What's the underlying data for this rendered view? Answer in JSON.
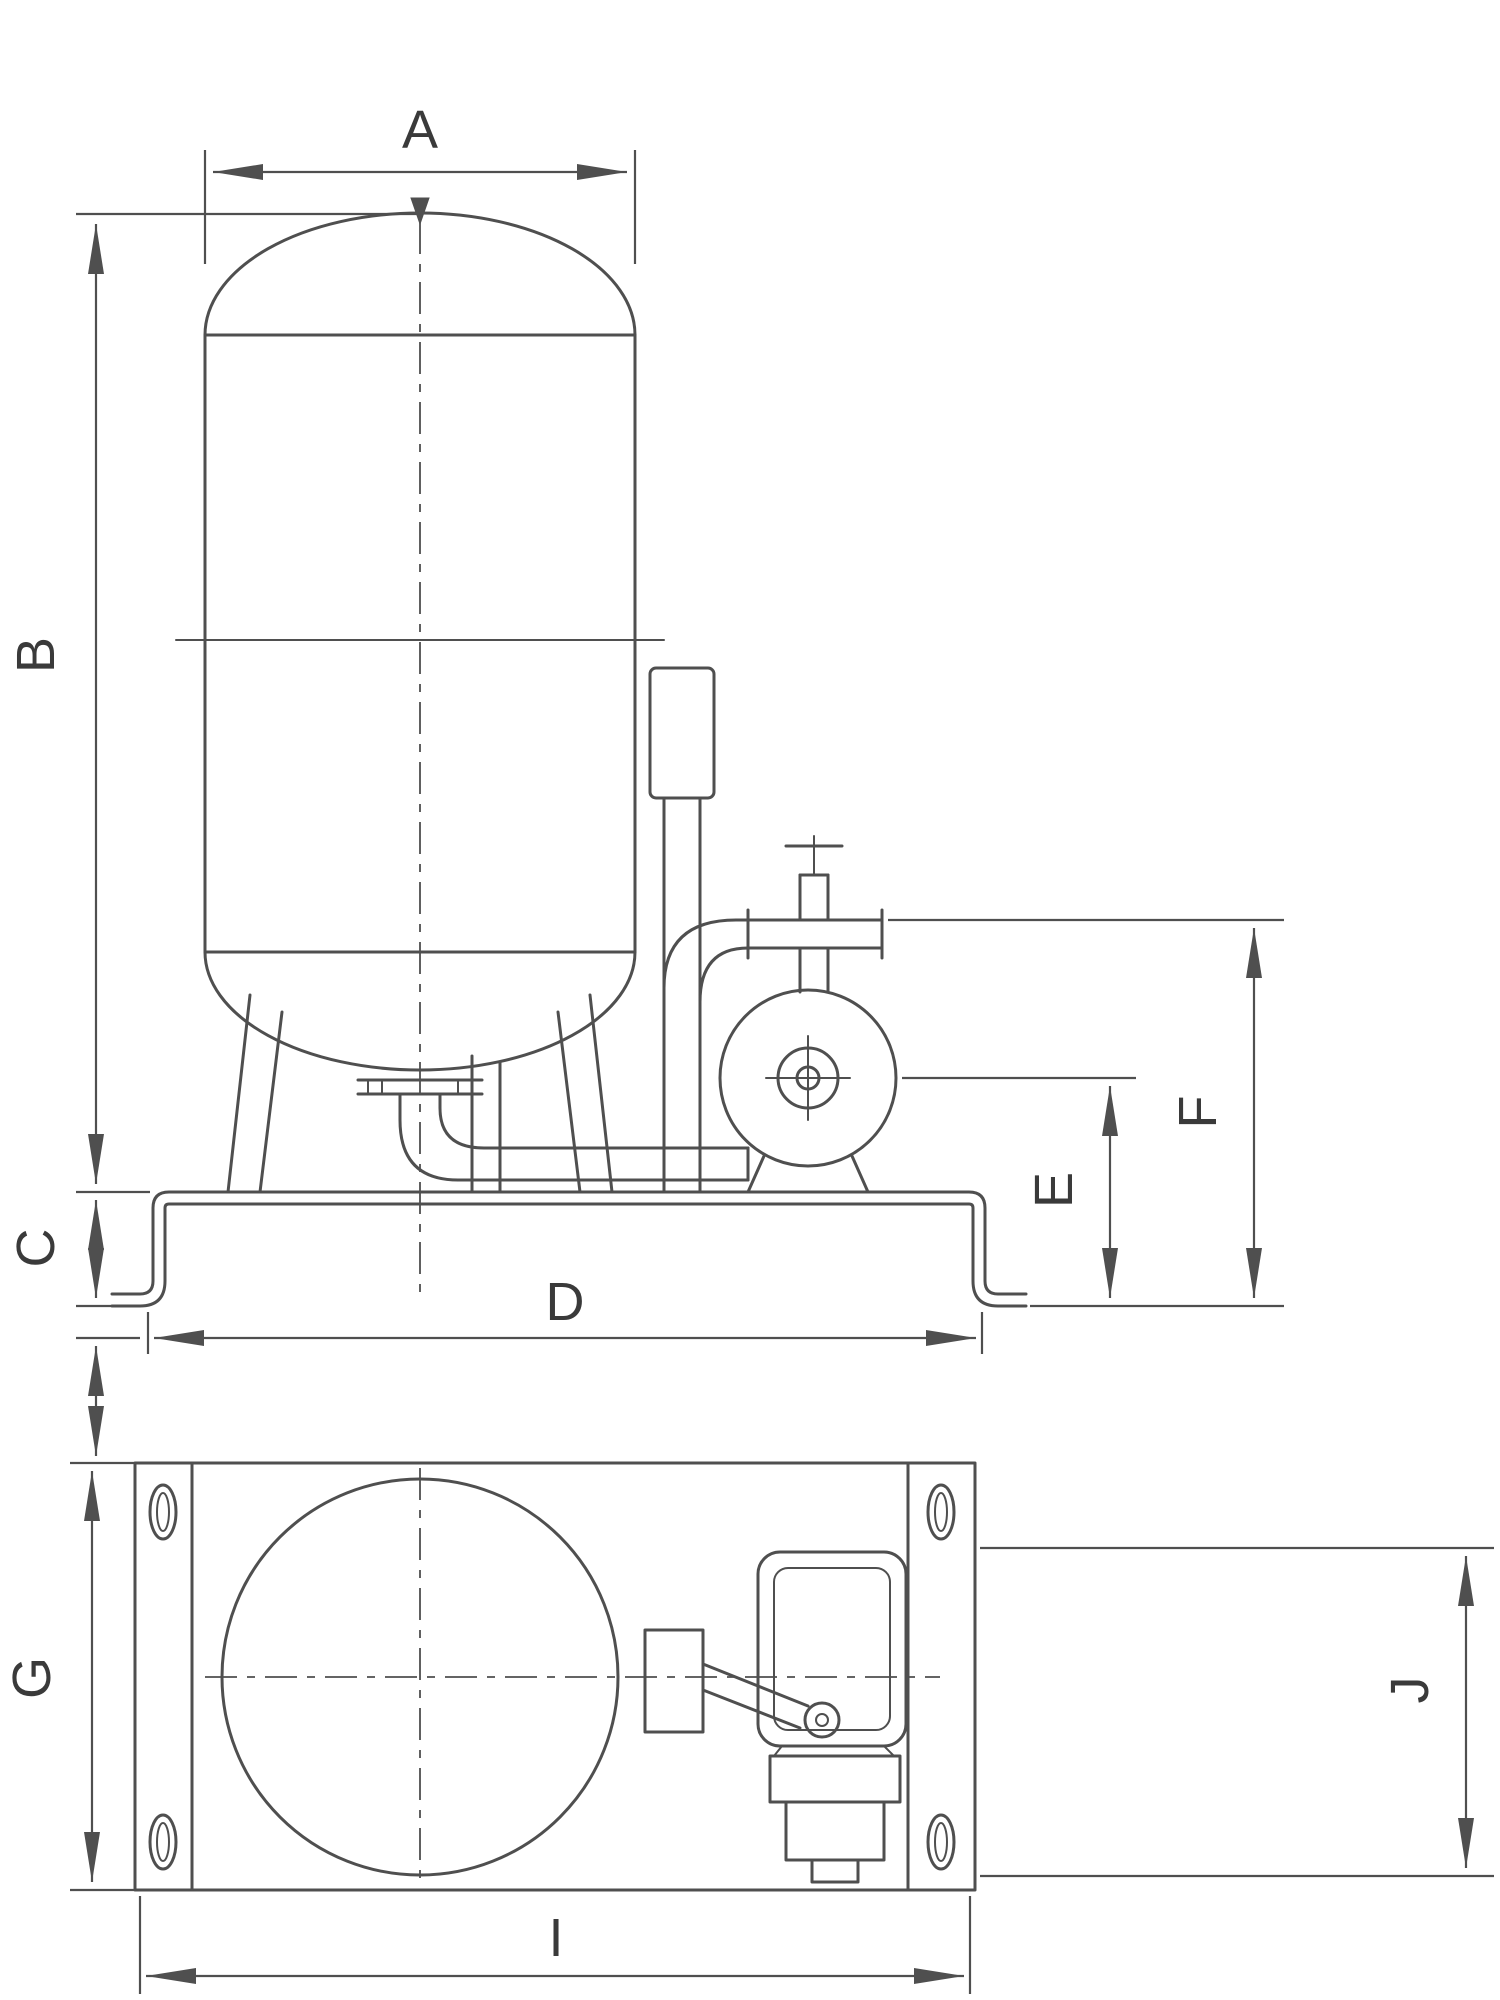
{
  "page": {
    "background_color": "#ffffff"
  },
  "drawing": {
    "line_color": "#4f4f4f",
    "label_color": "#3a3a3a",
    "dimensions": {
      "A": "A",
      "B": "B",
      "C": "C",
      "D": "D",
      "E": "E",
      "F": "F",
      "G": "G",
      "I": "I",
      "J": "J"
    }
  }
}
